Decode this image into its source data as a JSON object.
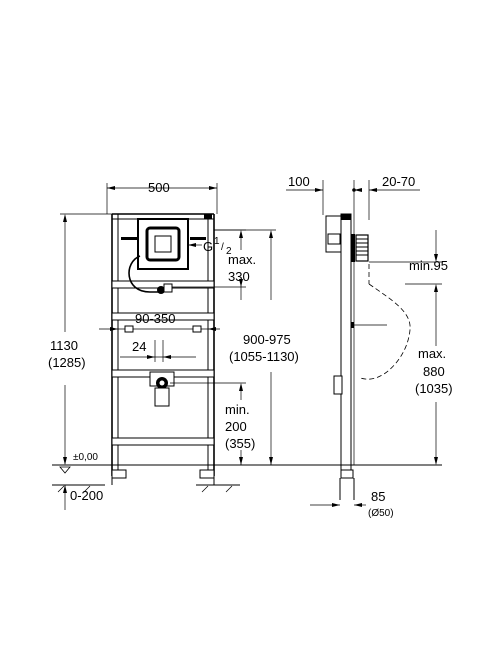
{
  "front_view": {
    "width": "500",
    "height_main": "1130",
    "height_alt": "(1285)",
    "connection_label": "G",
    "connection_sup": "1",
    "connection_sub": "2",
    "max_label": "max.",
    "max_value": "330",
    "span": "90-350",
    "offset": "24",
    "range_main": "900-975",
    "range_alt": "(1055-1130)",
    "min_label": "min.",
    "min_value": "200",
    "min_alt": "(355)",
    "floor_level": "±0,00",
    "floor_range": "0-200"
  },
  "side_view": {
    "left_width": "100",
    "right_width": "20-70",
    "min_label": "min.95",
    "max_label": "max.",
    "max_value": "880",
    "max_alt": "(1035)",
    "pipe_value": "85",
    "pipe_diameter": "(Ø50)"
  }
}
